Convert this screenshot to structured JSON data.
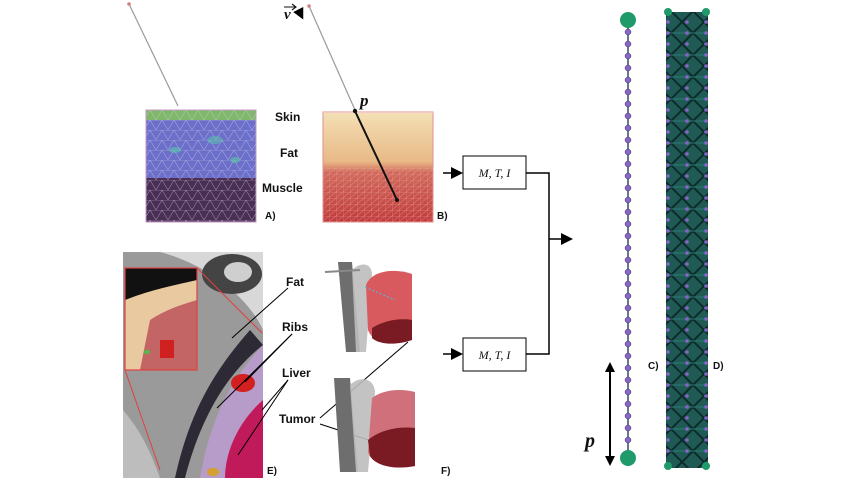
{
  "layers": {
    "skin": "Skin",
    "fat": "Fat",
    "muscle": "Muscle"
  },
  "anatomy": {
    "fat": "Fat",
    "ribs": "Ribs",
    "liver": "Liver",
    "tumor": "Tumor"
  },
  "panels": {
    "a": "A)",
    "b": "B)",
    "c": "C)",
    "d": "D)",
    "e": "E)",
    "f": "F)"
  },
  "symbols": {
    "velocity": "v",
    "point": "p",
    "point_bottom": "p"
  },
  "boxes": {
    "top": "M, T, I",
    "bottom": "M, T, I"
  },
  "colors": {
    "tissue_skin": "#7fb86a",
    "tissue_fat": "#6b6fc9",
    "tissue_muscle": "#4a2f55",
    "flesh": "#c9484a",
    "node_green": "#1f9a6a",
    "node_purple": "#8a64c8",
    "mesh_teal": "#1f5a55"
  }
}
